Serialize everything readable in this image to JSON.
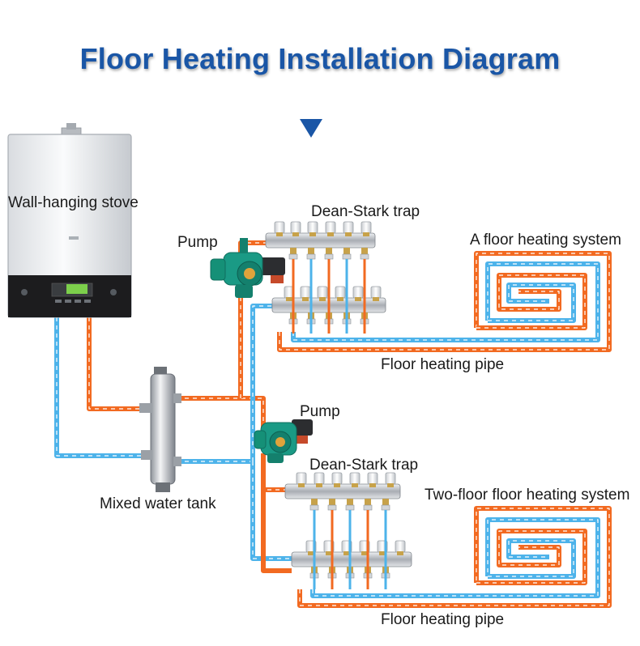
{
  "title": "Floor Heating Installation Diagram",
  "labels": {
    "stove": "Wall-hanging stove",
    "pump_1": "Pump",
    "trap_1": "Dean-Stark trap",
    "system_1": "A floor heating system",
    "pipe_1": "Floor heating pipe",
    "pump_2": "Pump",
    "trap_2": "Dean-Stark trap",
    "tank": "Mixed water tank",
    "system_2": "Two-floor floor heating system",
    "pipe_2": "Floor heating pipe"
  },
  "colors": {
    "title": "#1a56a6",
    "hot_pipe": "#f26a21",
    "cold_pipe": "#4db3ea",
    "pump": "#1a9a85"
  }
}
